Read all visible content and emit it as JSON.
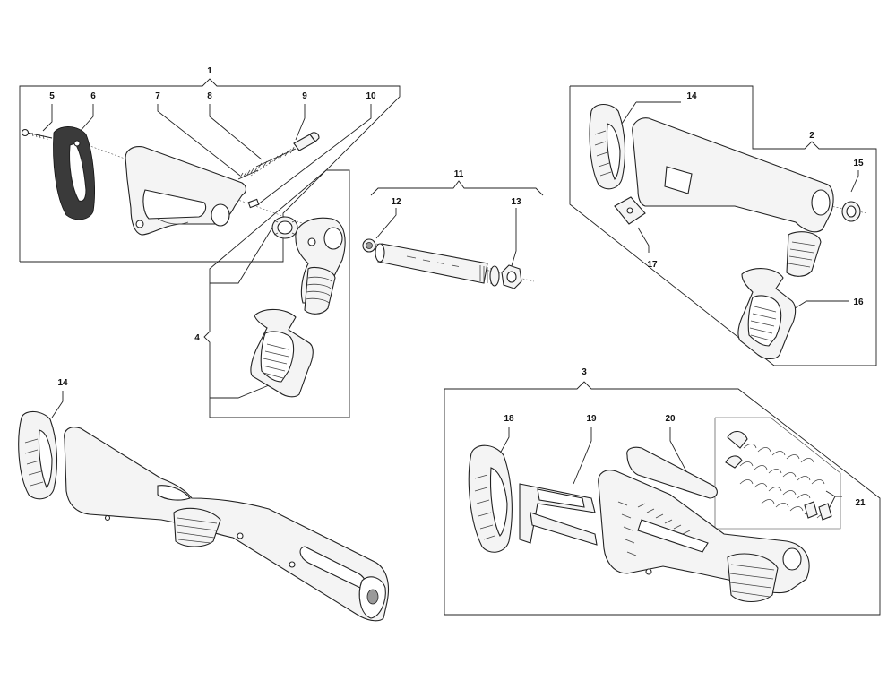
{
  "callouts": {
    "c1": "1",
    "c2": "2",
    "c3": "3",
    "c4": "4",
    "c5": "5",
    "c6": "6",
    "c7": "7",
    "c8": "8",
    "c9": "9",
    "c10": "10",
    "c11": "11",
    "c12": "12",
    "c13": "13",
    "c14a": "14",
    "c14b": "14",
    "c15": "15",
    "c16": "16",
    "c17": "17",
    "c18": "18",
    "c19": "19",
    "c20": "20",
    "c21": "21"
  },
  "colors": {
    "line": "#222222",
    "fill": "#f4f4f4",
    "dark": "#3a3a3a",
    "background": "#ffffff"
  }
}
